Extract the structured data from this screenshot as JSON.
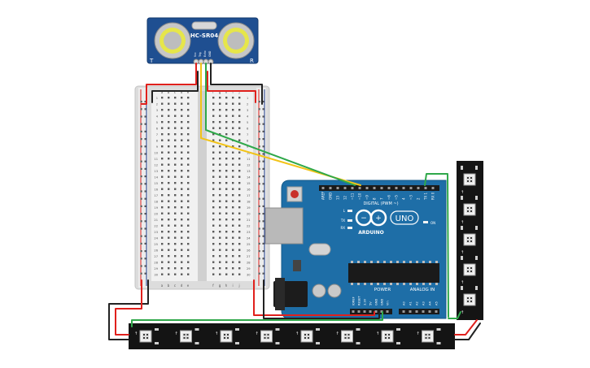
{
  "sensor": {
    "model": "HC-SR04",
    "pin_labels": [
      "Vcc",
      "Trig",
      "Echo",
      "GND"
    ],
    "side_left": "T",
    "side_right": "R"
  },
  "breadboard": {
    "column_letters_left": [
      "a",
      "b",
      "c",
      "d",
      "e"
    ],
    "column_letters_right": [
      "f",
      "g",
      "h",
      "i",
      "j"
    ],
    "row_numbers": [
      "1",
      "2",
      "3",
      "4",
      "5",
      "6",
      "7",
      "8",
      "9",
      "10",
      "11",
      "12",
      "13",
      "14",
      "15",
      "16",
      "17",
      "18",
      "19",
      "20",
      "21",
      "22",
      "23",
      "24",
      "25",
      "26",
      "27",
      "28",
      "29",
      "30"
    ]
  },
  "arduino": {
    "brand": "ARDUINO",
    "model": "UNO",
    "digital_header_label": "DIGITAL (PWM ~)",
    "digital_pin_labels": [
      "AREF",
      "GND",
      "13",
      "12",
      "~11",
      "~10",
      "~9",
      "8",
      "7",
      "~6",
      "~5",
      "4",
      "~3",
      "2",
      "TX 1",
      "RX 0"
    ],
    "power_header_label": "POWER",
    "power_pin_labels": [
      "IOREF",
      "RESET",
      "3.3V",
      "5V",
      "GND",
      "GND",
      "Vin"
    ],
    "analog_header_label": "ANALOG IN",
    "analog_pin_labels": [
      "A0",
      "A1",
      "A2",
      "A3",
      "A4",
      "A5"
    ],
    "led_labels": [
      "L",
      "TX",
      "RX"
    ],
    "on_label": "ON"
  },
  "led_strip_horizontal": {
    "pixel_count": 8
  },
  "led_strip_vertical": {
    "pixel_count": 5
  },
  "colors": {
    "wire_red": "#e0201c",
    "wire_black": "#222222",
    "wire_green": "#2fa84a",
    "wire_yellow": "#f2c318",
    "board_blue": "#1e6ea7",
    "sensor_blue": "#1f4f91",
    "strip_black": "#141414"
  }
}
